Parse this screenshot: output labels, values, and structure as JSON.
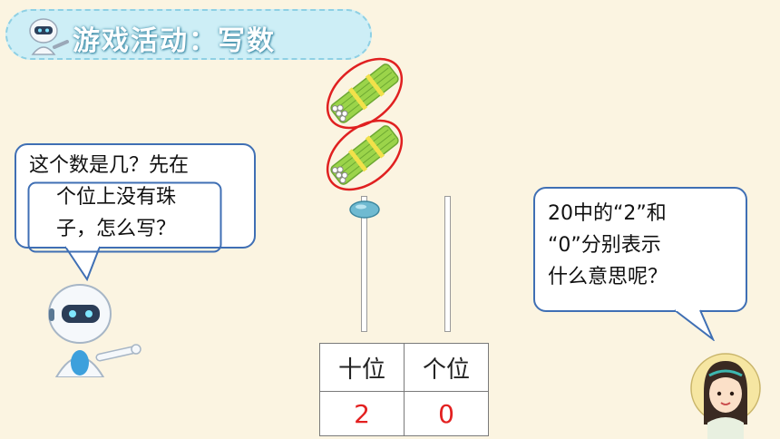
{
  "title": "游戏活动：写数",
  "robot_question": [
    "这个数是几？先在",
    "个位上没有珠",
    "子，怎么写？"
  ],
  "girl_question": [
    "20中的“2”和",
    "“0”分别表示",
    "什么意思呢？"
  ],
  "place_value_table": {
    "headers": [
      "十位",
      "个位"
    ],
    "values": [
      "2",
      "0"
    ]
  },
  "abacus": {
    "tens_beads": 1,
    "ones_beads": 0
  },
  "stick_bundles": 2,
  "colors": {
    "accent": "#3f6fb4",
    "digit": "#e32020",
    "sticks": "#9bd44a"
  }
}
